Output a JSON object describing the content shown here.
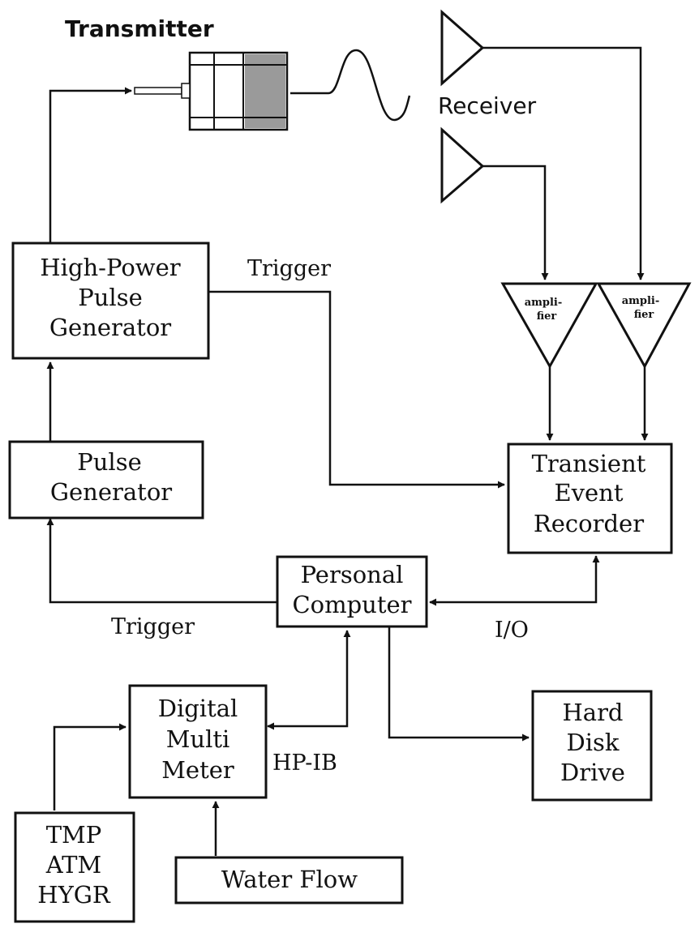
{
  "labels": {
    "transmitter": "Transmitter",
    "receiver": "Receiver",
    "trigger_top": "Trigger",
    "trigger_bottom": "Trigger",
    "io": "I/O",
    "hpib": "HP-IB"
  },
  "blocks": {
    "high_power_pulse_generator": [
      "High-Power",
      "Pulse",
      "Generator"
    ],
    "pulse_generator": [
      "Pulse",
      "Generator"
    ],
    "transient_event_recorder": [
      "Transient",
      "Event",
      "Recorder"
    ],
    "personal_computer": [
      "Personal",
      "Computer"
    ],
    "digital_multi_meter": [
      "Digital",
      "Multi",
      "Meter"
    ],
    "hard_disk_drive": [
      "Hard",
      "Disk",
      "Drive"
    ],
    "sensors": [
      "TMP",
      "ATM",
      "HYGR"
    ],
    "water_flow": [
      "Water Flow"
    ]
  },
  "amplifiers": {
    "left": [
      "ampli-",
      "fier"
    ],
    "right": [
      "ampli-",
      "fier"
    ]
  }
}
